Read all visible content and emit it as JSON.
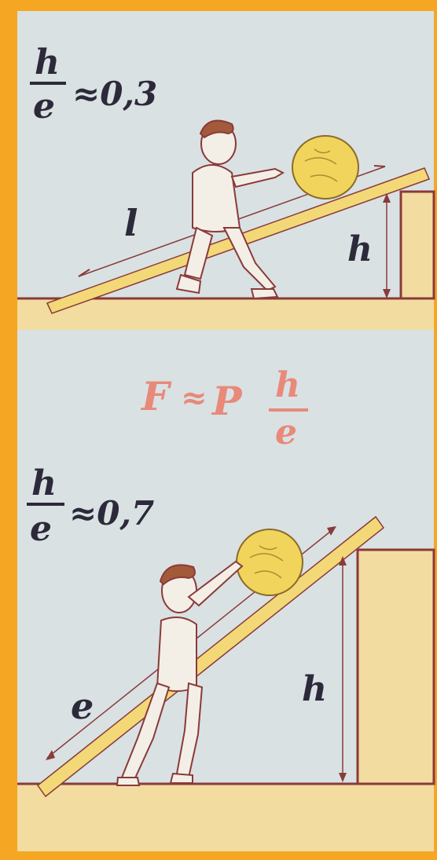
{
  "panel_top": {
    "ratio_numerator": "h",
    "ratio_denominator": "e",
    "ratio_value": "≈0,3",
    "label_l": "l",
    "label_h": "h"
  },
  "formula": {
    "lhs": "F",
    "eq": "≈",
    "p": "P",
    "numerator": "h",
    "denominator": "e"
  },
  "panel_bottom": {
    "ratio_numerator": "h",
    "ratio_denominator": "e",
    "ratio_value": "≈0,7",
    "label_l": "e",
    "label_h": "h"
  },
  "colors": {
    "frame": "#f5a623",
    "paper": "#d9e1e3",
    "ground": "#f2dca0",
    "line": "#8a3a3a",
    "plank": "#f3d878",
    "ball": "#f1d45c",
    "formula_pink": "#e8897a"
  }
}
